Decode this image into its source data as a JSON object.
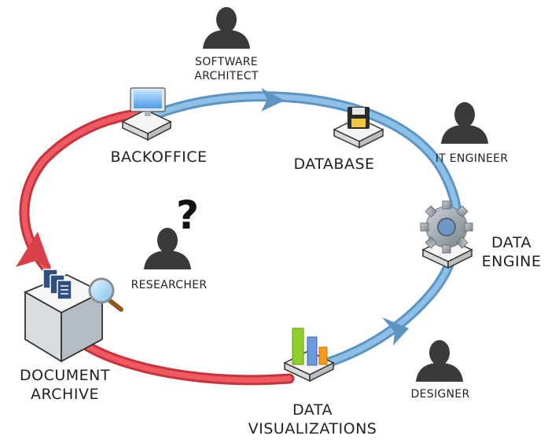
{
  "nodes": {
    "backoffice": {
      "label": "BACKOFFICE"
    },
    "database": {
      "label": "DATABASE"
    },
    "data_engine": {
      "label_line1": "DATA",
      "label_line2": "ENGINE"
    },
    "data_visualizations": {
      "label_line1": "DATA",
      "label_line2": "VISUALIZATIONS"
    },
    "document_archive": {
      "label_line1": "DOCUMENT",
      "label_line2": "ARCHIVE"
    }
  },
  "roles": {
    "software_architect": {
      "label_line1": "SOFTWARE",
      "label_line2": "ARCHITECT"
    },
    "it_engineer": {
      "label": "IT ENGINEER"
    },
    "researcher": {
      "label": "RESEARCHER",
      "mark": "?"
    },
    "designer": {
      "label": "DESIGNER"
    }
  },
  "colors": {
    "blue_arrow": "#6aa6d2",
    "red_arrow": "#e8474f",
    "person": "#3a3a3a",
    "bar_green": "#8fcf2a",
    "bar_blue": "#6f98e0",
    "bar_orange": "#f59a1a",
    "gear": "#9aa2ab"
  }
}
